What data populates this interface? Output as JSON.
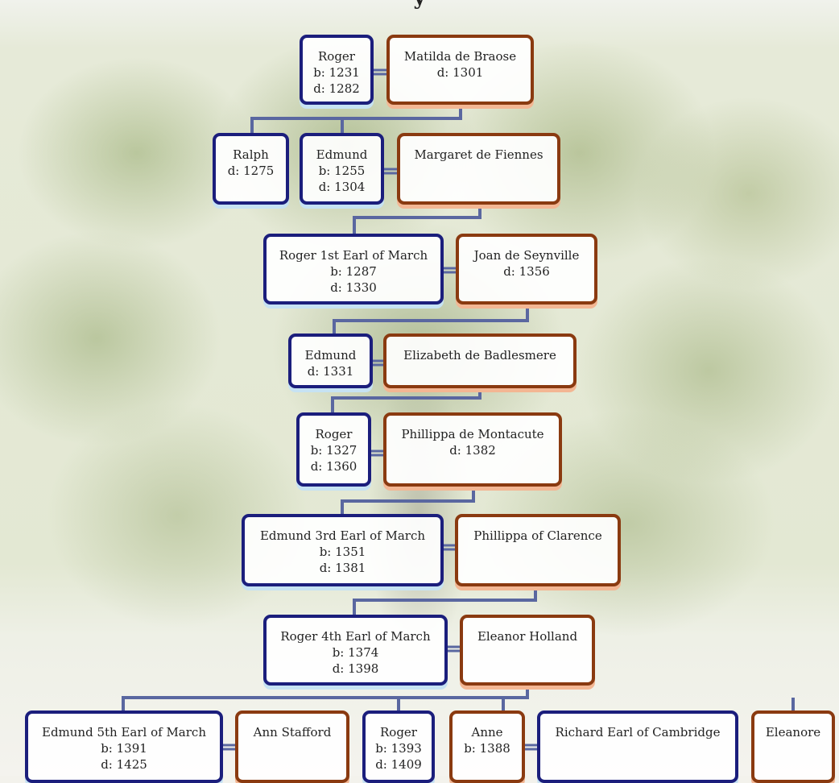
{
  "header": {
    "title_fragment": "y"
  },
  "colors": {
    "male_border": "#1b1e7c",
    "female_border": "#8a3a10",
    "connector": "#5a67a0"
  },
  "people": [
    {
      "id": "roger_1231",
      "name": "Roger",
      "born": "b: 1231",
      "died": "d: 1282",
      "sex": "m"
    },
    {
      "id": "matilda",
      "name": "Matilda de Braose",
      "born": "",
      "died": "d: 1301",
      "sex": "f"
    },
    {
      "id": "ralph",
      "name": "Ralph",
      "born": "",
      "died": "d: 1275",
      "sex": "m"
    },
    {
      "id": "edmund_1255",
      "name": "Edmund",
      "born": "b: 1255",
      "died": "d: 1304",
      "sex": "m"
    },
    {
      "id": "margaret",
      "name": "Margaret de Fiennes",
      "born": "",
      "died": "",
      "sex": "f"
    },
    {
      "id": "roger_1287",
      "name": "Roger 1st Earl of March",
      "born": "b: 1287",
      "died": "d: 1330",
      "sex": "m"
    },
    {
      "id": "joan",
      "name": "Joan de Seynville",
      "born": "",
      "died": "d: 1356",
      "sex": "f"
    },
    {
      "id": "edmund_1331",
      "name": "Edmund",
      "born": "",
      "died": "d: 1331",
      "sex": "m"
    },
    {
      "id": "elizabeth",
      "name": "Elizabeth de Badlesmere",
      "born": "",
      "died": "",
      "sex": "f"
    },
    {
      "id": "roger_1327",
      "name": "Roger",
      "born": "b: 1327",
      "died": "d: 1360",
      "sex": "m"
    },
    {
      "id": "phillippa_m",
      "name": "Phillippa de Montacute",
      "born": "",
      "died": "d: 1382",
      "sex": "f"
    },
    {
      "id": "edmund_1351",
      "name": "Edmund 3rd Earl of March",
      "born": "b: 1351",
      "died": "d: 1381",
      "sex": "m"
    },
    {
      "id": "phillippa_c",
      "name": "Phillippa of Clarence",
      "born": "",
      "died": "",
      "sex": "f"
    },
    {
      "id": "roger_1374",
      "name": "Roger 4th Earl of March",
      "born": "b: 1374",
      "died": "d: 1398",
      "sex": "m"
    },
    {
      "id": "eleanor",
      "name": "Eleanor Holland",
      "born": "",
      "died": "",
      "sex": "f"
    },
    {
      "id": "edmund_1391",
      "name": "Edmund 5th Earl of March",
      "born": "b: 1391",
      "died": "d: 1425",
      "sex": "m"
    },
    {
      "id": "ann",
      "name": "Ann Stafford",
      "born": "",
      "died": "",
      "sex": "f"
    },
    {
      "id": "roger_1393",
      "name": "Roger",
      "born": "b: 1393",
      "died": "d: 1409",
      "sex": "m"
    },
    {
      "id": "anne",
      "name": "Anne",
      "born": "b: 1388",
      "died": "",
      "sex": "f"
    },
    {
      "id": "richard",
      "name": "Richard Earl of Cambridge",
      "born": "",
      "died": "",
      "sex": "m"
    },
    {
      "id": "eleanore",
      "name": "Eleanore",
      "born": "",
      "died": "",
      "sex": "f"
    }
  ]
}
